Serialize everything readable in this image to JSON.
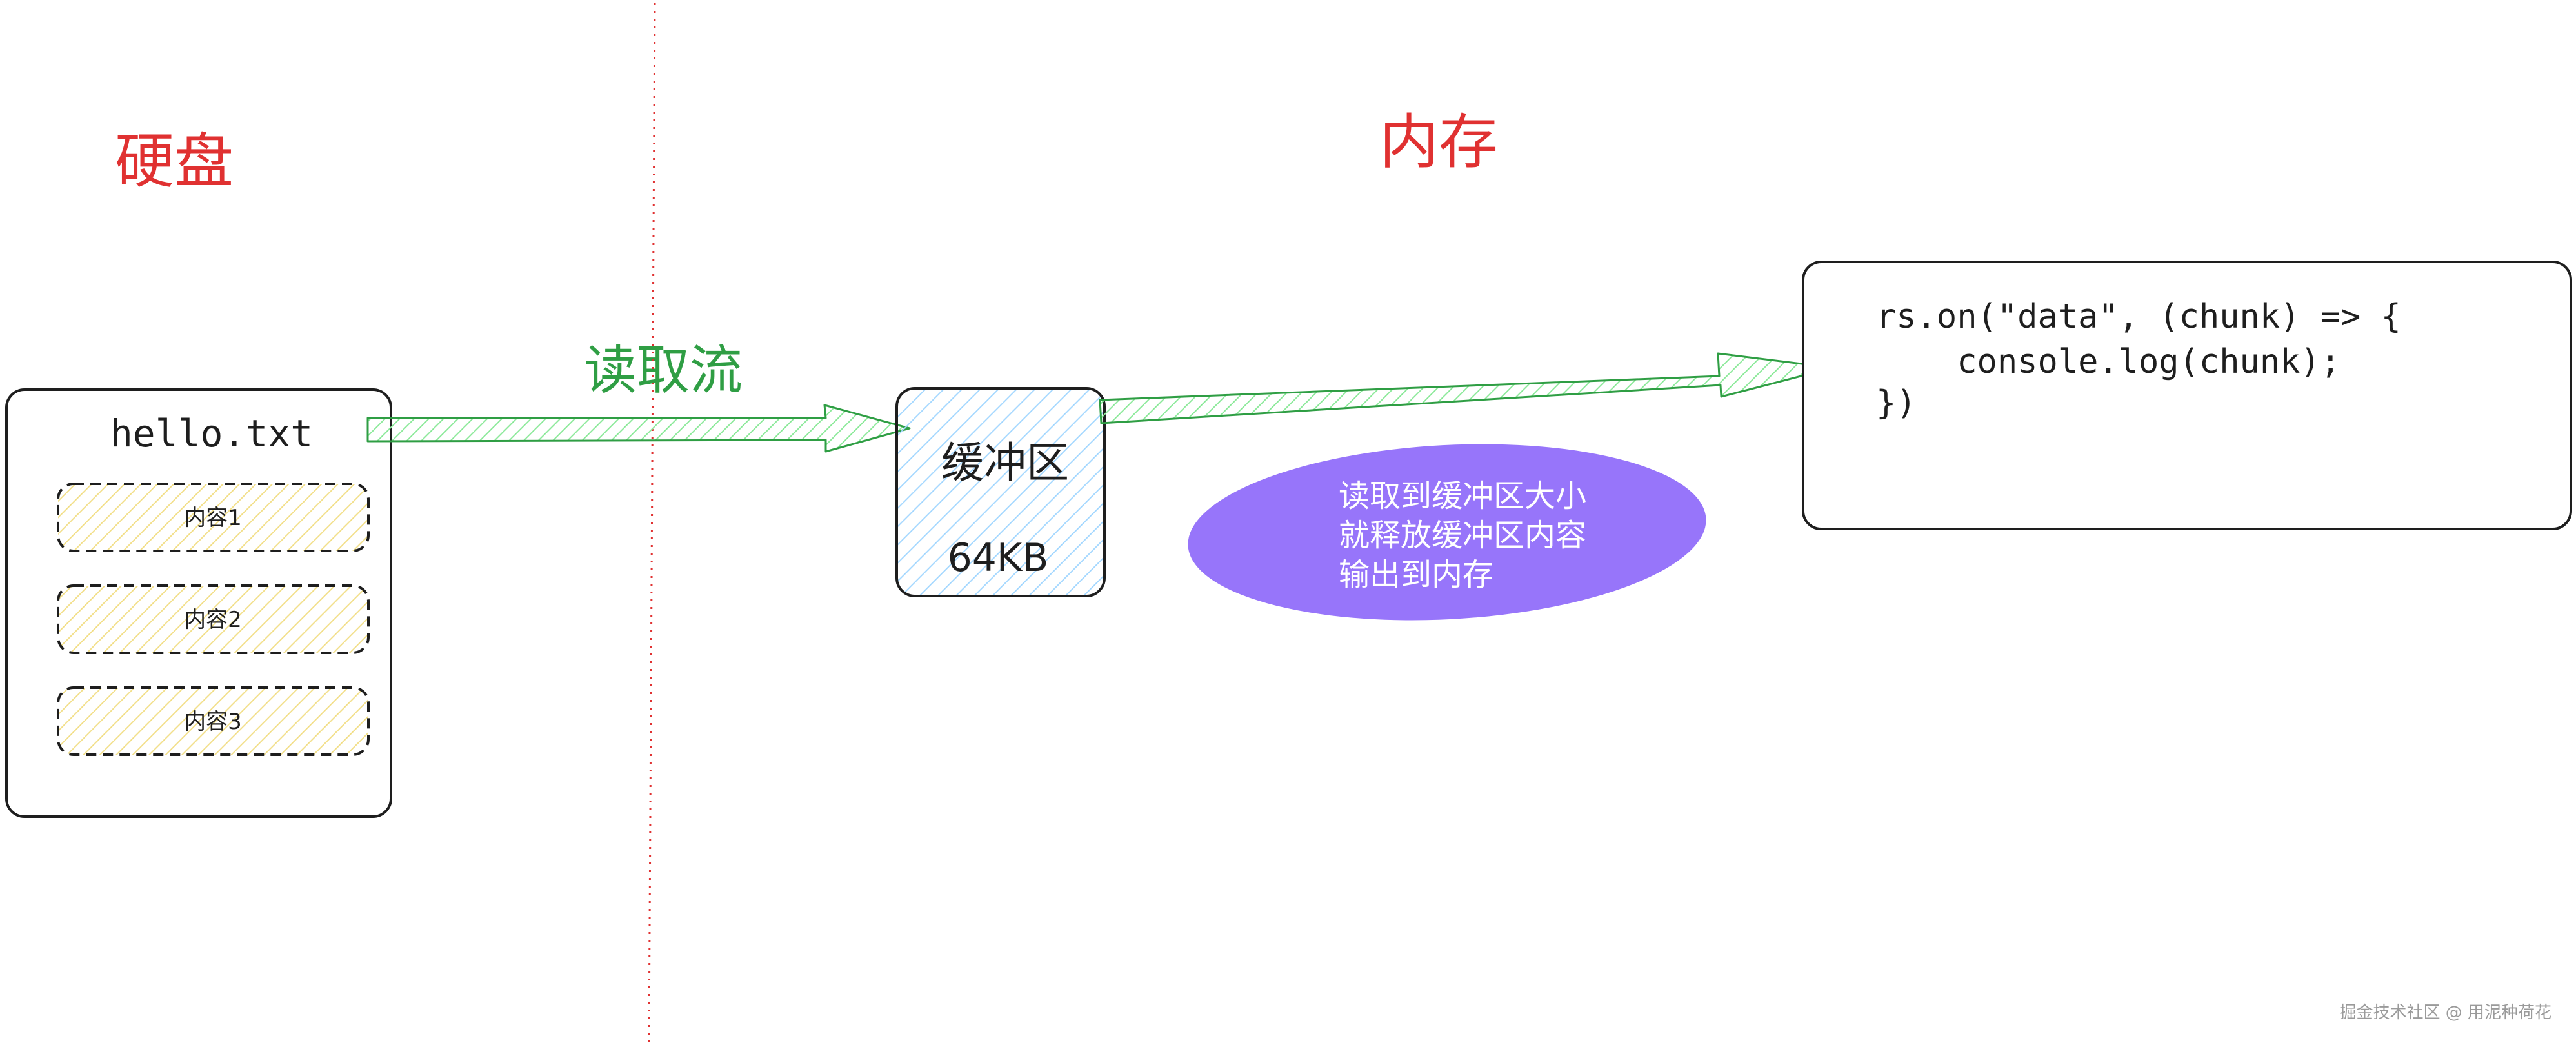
{
  "labels": {
    "disk": "硬盘",
    "memory": "内存",
    "read_stream": "读取流"
  },
  "file_box": {
    "filename": "hello.txt",
    "items": [
      "内容1",
      "内容2",
      "内容3"
    ]
  },
  "buffer": {
    "title": "缓冲区",
    "size": "64KB"
  },
  "note": {
    "lines": [
      "读取到缓冲区大小",
      "就释放缓冲区内容",
      "输出到内存"
    ]
  },
  "code": {
    "lines": [
      "rs.on(\"data\", (chunk) => {",
      "    console.log(chunk);",
      "})"
    ]
  },
  "watermark": "掘金技术社区 @ 用泥种荷花",
  "colors": {
    "label_red": "#e03131",
    "label_green": "#2f9e44",
    "arrow_fill": "#b2f2bb",
    "arrow_stroke": "#2f9e44",
    "item_hatch": "#ffec99",
    "buffer_hatch": "#a5d8ff",
    "note_fill": "#9775fa",
    "divider": "#e03131"
  }
}
